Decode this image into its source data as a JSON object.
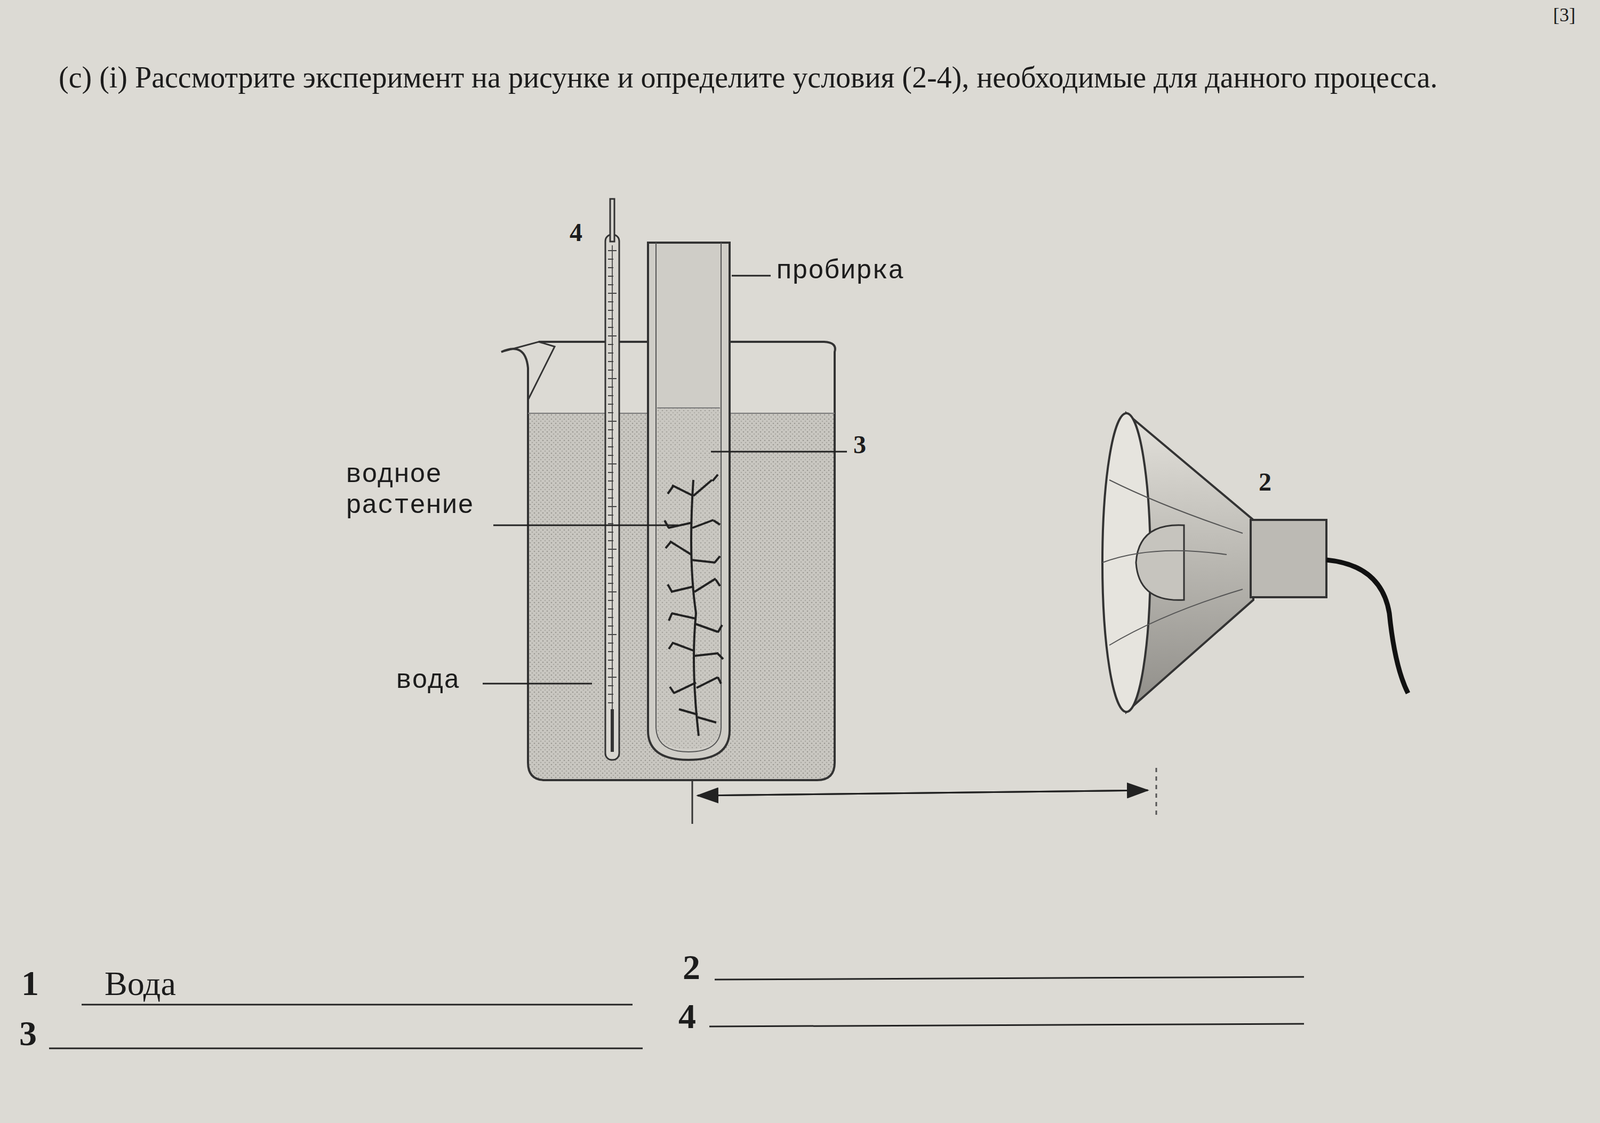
{
  "diagram": {
    "title": "(c) (i) Рассмотрите эксперимент на рисунке и определите условия (2-4), необходимые для данного процесса.",
    "labels": [
      "[3]",
      "4",
      "пробирка",
      "3",
      "водное растение",
      "вода",
      "2",
      "1",
      "Вода",
      "2",
      "3",
      "4"
    ]
  }
}
